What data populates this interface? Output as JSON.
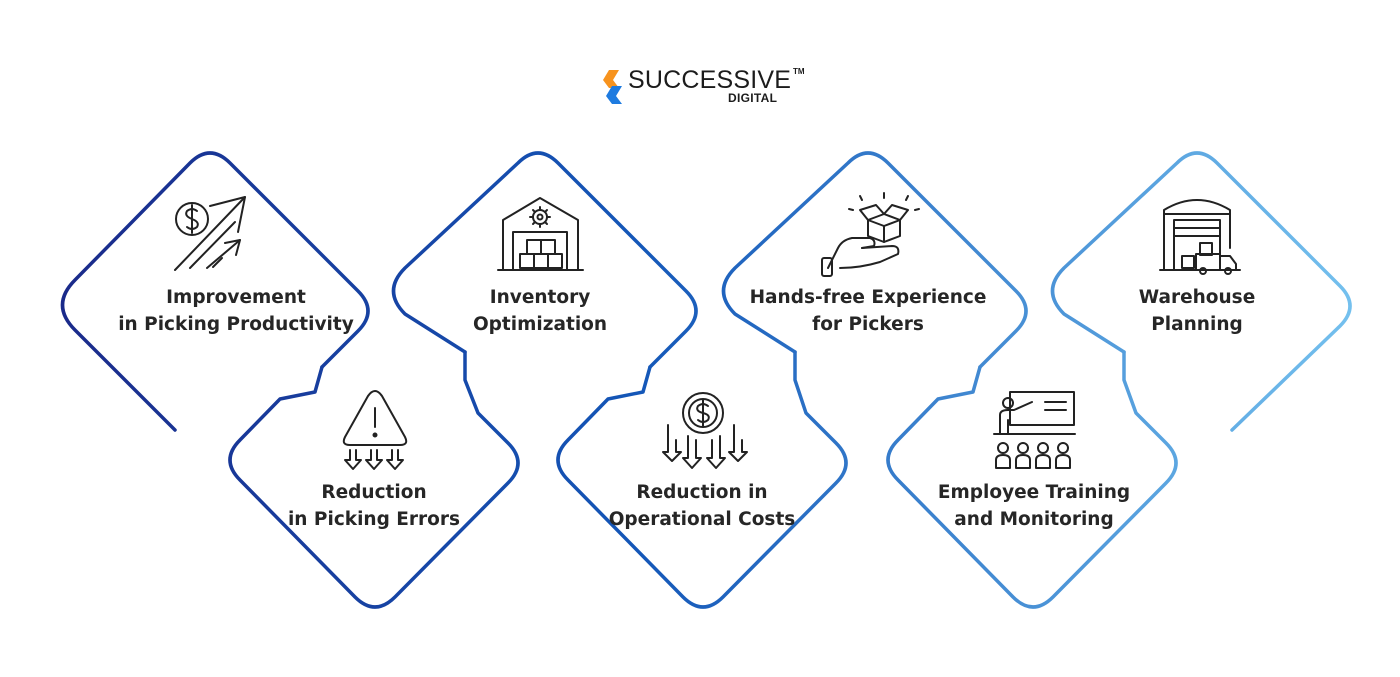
{
  "logo": {
    "name": "SUCCESSIVE",
    "trademark": "TM",
    "subtitle": "DIGITAL",
    "colors": {
      "orange": "#f7931e",
      "blue": "#1e7be0",
      "text": "#1c1c1c"
    }
  },
  "colors": {
    "gradient_start": "#1a2a8a",
    "gradient_end": "#74c0ee",
    "icon_stroke": "#222222",
    "label_text": "#262626"
  },
  "cards": [
    {
      "id": "picking-productivity",
      "icon": "dollar-growth-arrows-icon",
      "lines": [
        "Improvement",
        "in Picking Productivity"
      ]
    },
    {
      "id": "picking-errors",
      "icon": "warning-down-arrows-icon",
      "lines": [
        "Reduction",
        "in Picking Errors"
      ]
    },
    {
      "id": "inventory-optimization",
      "icon": "warehouse-gear-boxes-icon",
      "lines": [
        "Inventory",
        "Optimization"
      ]
    },
    {
      "id": "operational-costs",
      "icon": "dollar-down-arrows-icon",
      "lines": [
        "Reduction in",
        "Operational Costs"
      ]
    },
    {
      "id": "hands-free",
      "icon": "hand-box-icon",
      "lines": [
        "Hands-free Experience",
        "for Pickers"
      ]
    },
    {
      "id": "employee-training",
      "icon": "trainer-board-audience-icon",
      "lines": [
        "Employee Training",
        "and Monitoring"
      ]
    },
    {
      "id": "warehouse-planning",
      "icon": "warehouse-truck-icon",
      "lines": [
        "Warehouse",
        "Planning"
      ]
    }
  ]
}
